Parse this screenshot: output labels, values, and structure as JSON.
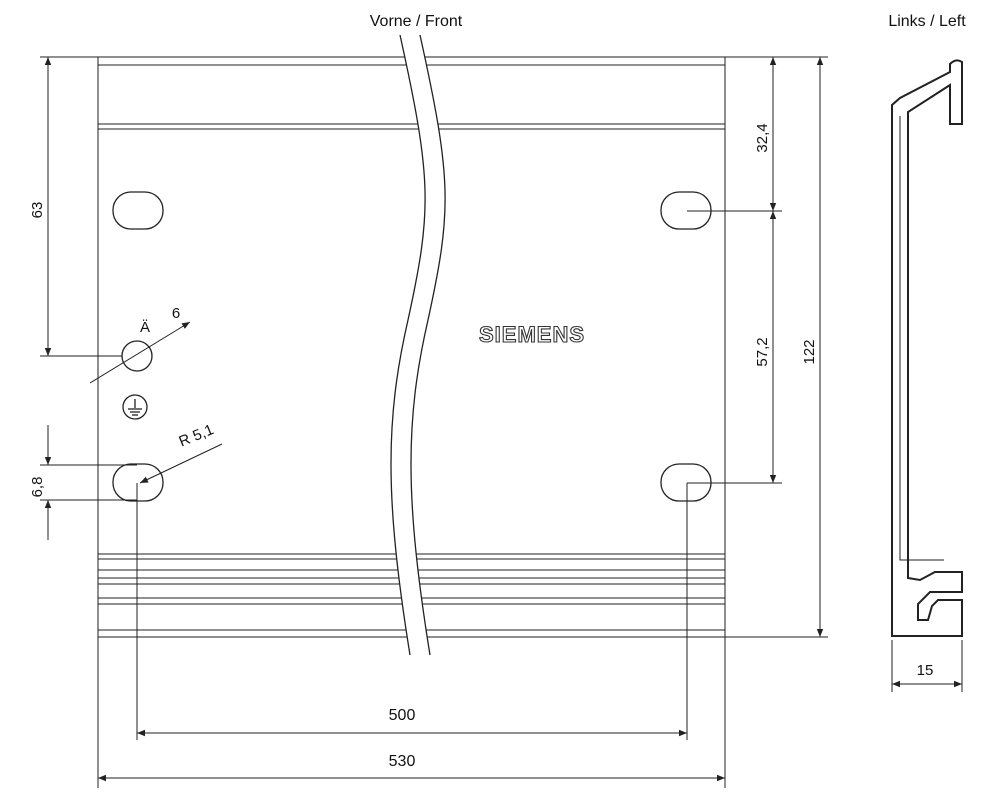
{
  "views": {
    "front_label": "Vorne / Front",
    "left_label": "Links / Left"
  },
  "brand": {
    "name": "SIEMENS"
  },
  "dimensions": {
    "height_63": "63",
    "spacing_32_4": "32,4",
    "spacing_57_2": "57,2",
    "total_122": "122",
    "hole_6": "6",
    "hole_symbol": "Ä",
    "radius": "R 5,1",
    "slot_6_8": "6,8",
    "width_500": "500",
    "width_530": "530",
    "depth_15": "15"
  },
  "icons": {
    "ground": "ground-symbol-icon"
  }
}
